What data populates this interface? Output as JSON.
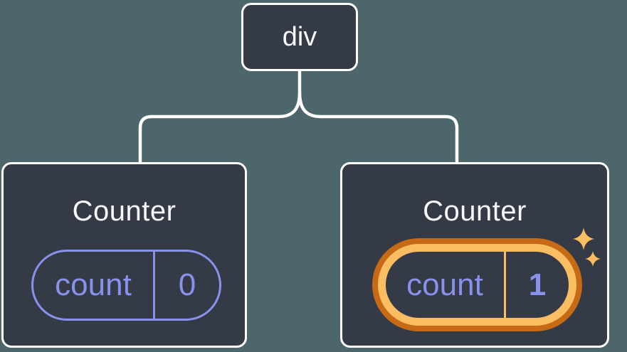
{
  "colors": {
    "background": "#4C666C",
    "node-fill": "#343A46",
    "node-border": "#FFFFFF",
    "text-primary": "#F6F7F9",
    "accent-purple": "#8891EC",
    "highlight-dark": "#C76A15",
    "highlight-light": "#FABD62"
  },
  "tree": {
    "root": {
      "label": "div"
    },
    "children": [
      {
        "title": "Counter",
        "state": {
          "key": "count",
          "value": "0"
        },
        "highlighted": false
      },
      {
        "title": "Counter",
        "state": {
          "key": "count",
          "value": "1"
        },
        "highlighted": true
      }
    ]
  },
  "icons": {
    "highlight": "sparkles-icon"
  }
}
